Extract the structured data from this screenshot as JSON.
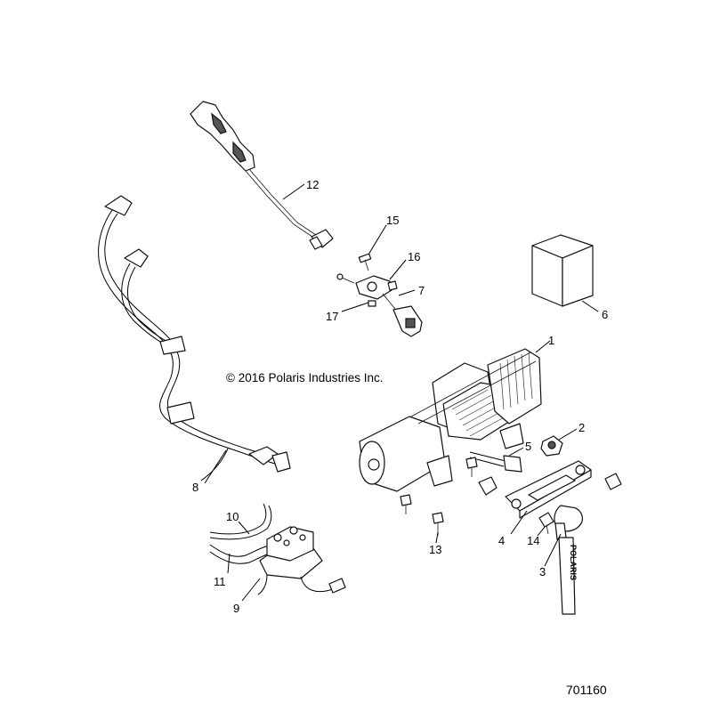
{
  "copyright": "© 2016 Polaris Industries Inc.",
  "drawing_number": "701160",
  "callouts": {
    "c1": "1",
    "c2": "2",
    "c3": "3",
    "c4": "4",
    "c5": "5",
    "c6": "6",
    "c7": "7",
    "c8": "8",
    "c9": "9",
    "c10": "10",
    "c11": "11",
    "c12": "12",
    "c13": "13",
    "c14": "14",
    "c15": "15",
    "c16": "16",
    "c17": "17"
  },
  "strap_lettering": "POLARIS"
}
